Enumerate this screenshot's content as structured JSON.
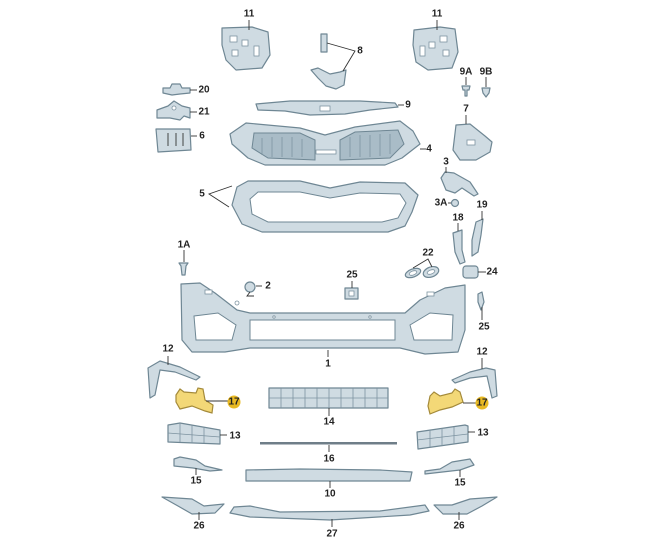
{
  "diagram": {
    "title_hidden": false,
    "colors": {
      "part_fill": "#cfdbe2",
      "part_stroke": "#6f8794",
      "highlight_part": "#f3d877",
      "highlight_badge": "#e8b923"
    },
    "labels": {
      "p11a": "11",
      "p11b": "11",
      "p8": "8",
      "p20": "20",
      "p21": "21",
      "p6": "6",
      "p9": "9",
      "p4": "4",
      "p7": "7",
      "p9a": "9A",
      "p9b": "9B",
      "p3": "3",
      "p3a": "3A",
      "p18": "18",
      "p19": "19",
      "p5": "5",
      "p1a": "1A",
      "p22": "22",
      "p25a": "25",
      "p24": "24",
      "p2": "2",
      "p25b": "25",
      "p1": "1",
      "p12a": "12",
      "p12b": "12",
      "p17a": "17",
      "p17b": "17",
      "p14": "14",
      "p13a": "13",
      "p13b": "13",
      "p16": "16",
      "p15a": "15",
      "p15b": "15",
      "p10": "10",
      "p26a": "26",
      "p26b": "26",
      "p27": "27"
    }
  }
}
